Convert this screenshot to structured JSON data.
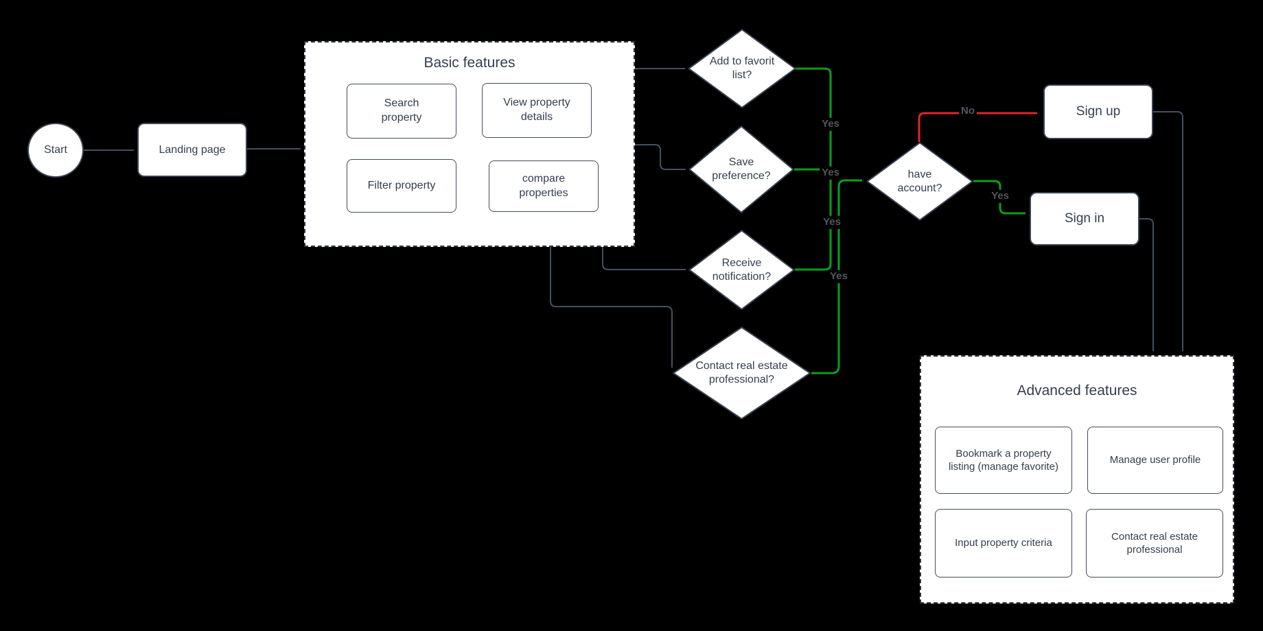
{
  "diagram": {
    "start": {
      "label": "Start"
    },
    "landing_page": {
      "label": "Landing page"
    },
    "basic_features": {
      "title": "Basic features",
      "items": [
        "Search property",
        "View property details",
        "Filter property",
        "compare properties"
      ]
    },
    "decisions": {
      "add_favorite": "Add to favorit list?",
      "save_preference": "Save preference?",
      "receive_notification": "Receive notification?",
      "contact_professional": "Contact real estate professional?",
      "have_account": "have account?"
    },
    "actions": {
      "sign_up": "Sign up",
      "sign_in": "Sign in"
    },
    "advanced_features": {
      "title": "Advanced features",
      "items": [
        "Bookmark a property listing (manage favorite)",
        "Manage user profile",
        "Input property criteria",
        "Contact real estate professional"
      ]
    },
    "edge_labels": {
      "favorite_yes": "Yes",
      "save_preference_yes": "Yes",
      "receive_notification_yes": "Yes",
      "contact_professional_yes": "Yes",
      "have_account_yes": "Yes",
      "have_account_no": "No"
    },
    "colors": {
      "background": "#000000",
      "node_fill": "#ffffff",
      "node_border": "#3a4352",
      "connector_gray": "#45505f",
      "yes_green": "#0a9e1f",
      "no_red": "#e8222a",
      "edge_label_gray": "#53575c"
    }
  }
}
